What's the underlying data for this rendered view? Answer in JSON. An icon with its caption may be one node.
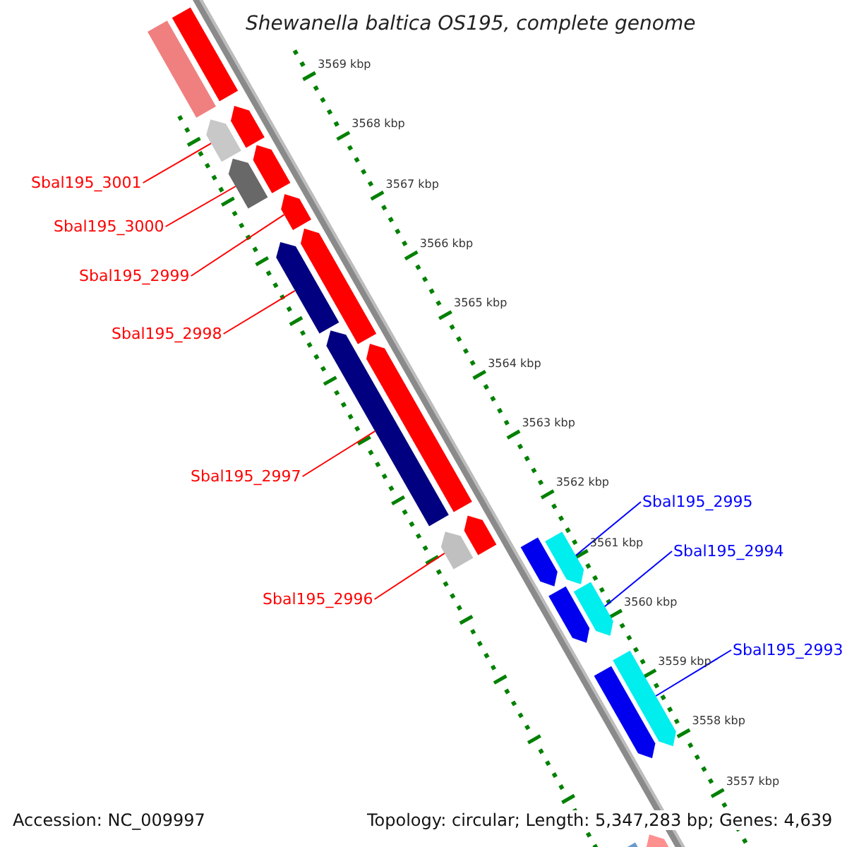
{
  "diagram": {
    "title": "Shewanella baltica OS195, complete genome",
    "nodes": [
      {
        "text": [
          "Sbal195_3001"
        ]
      },
      {
        "text": [
          "Sbal195_3000"
        ]
      },
      {
        "text": [
          "Sbal195_2999"
        ]
      },
      {
        "text": [
          "Sbal195_2998"
        ]
      },
      {
        "text": [
          "Sbal195_2997"
        ]
      },
      {
        "text": [
          "Sbal195_2995"
        ]
      },
      {
        "text": [
          "Sbal195_2994"
        ]
      },
      {
        "text": [
          "Sbal195_2996"
        ]
      },
      {
        "text": [
          "Sbal195_2993"
        ]
      },
      {
        "text": [],
        "shape": "bar"
      },
      {
        "text": [],
        "shape": "bar"
      },
      {
        "text": [],
        "shape": "bar"
      },
      {
        "text": [],
        "shape": "bar"
      },
      {
        "text": [],
        "shape": "bar"
      },
      {
        "text": [],
        "shape": "bar"
      },
      {
        "text": [],
        "shape": "bar"
      },
      {
        "text": [],
        "shape": "bar"
      },
      {
        "text": [],
        "shape": "bar"
      },
      {
        "text": [],
        "shape": "bar"
      },
      {
        "text": [],
        "shape": "bar"
      },
      {
        "text": [],
        "shape": "bar"
      },
      {
        "text": [],
        "shape": "bar"
      },
      {
        "text": [],
        "shape": "bar"
      },
      {
        "text": [],
        "shape": "bar"
      },
      {
        "text": [],
        "shape": "bar"
      },
      {
        "text": [],
        "shape": "bar"
      },
      {
        "text": [],
        "shape": "bar"
      },
      {
        "text": [],
        "shape": "bar"
      },
      {
        "text": [],
        "shape": "bar"
      },
      {
        "text": [],
        "shape": "bar"
      }
    ],
    "edges": [
      {
        "from": 0,
        "to": 11,
        "arrow": "none"
      },
      {
        "from": 1,
        "to": 13,
        "arrow": "none"
      },
      {
        "from": 2,
        "to": 15,
        "arrow": "none"
      },
      {
        "from": 3,
        "to": 16,
        "arrow": "none"
      },
      {
        "from": 4,
        "to": 18,
        "arrow": "none"
      },
      {
        "from": 5,
        "to": 23,
        "arrow": "none",
        "color": "#0000ff"
      },
      {
        "from": 6,
        "to": 25,
        "arrow": "none",
        "color": "#0000ff"
      },
      {
        "from": 7,
        "to": 21,
        "arrow": "none"
      },
      {
        "from": 8,
        "to": 26,
        "arrow": "none",
        "color": "#0000ff"
      }
    ],
    "labels": [
      "3569 kbp",
      "3568 kbp",
      "3567 kbp",
      "3566 kbp",
      "3565 kbp",
      "3564 kbp",
      "3563 kbp",
      "3562 kbp",
      "3561 kbp",
      "3560 kbp",
      "3559 kbp",
      "3558 kbp",
      "3557 kbp",
      "Accession: NC_009997",
      "Topology: circular; Length: 5,347,283 bp; Genes: 4,639"
    ]
  }
}
